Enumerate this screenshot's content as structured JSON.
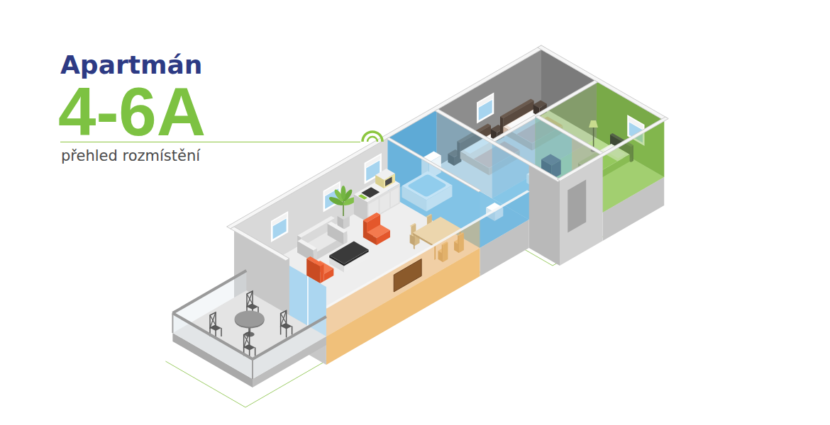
{
  "diagram": {
    "title": "Apartmán",
    "labels": [
      "4-6A",
      "přehled rozmístění"
    ]
  }
}
